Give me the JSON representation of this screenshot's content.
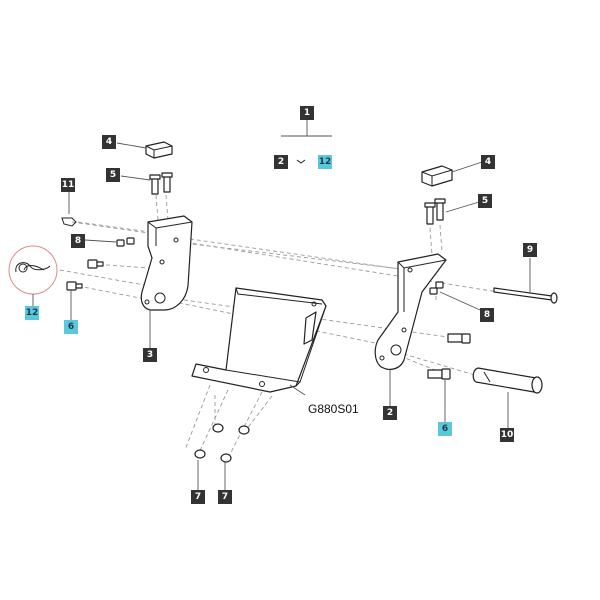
{
  "diagram": {
    "code": "G880S01",
    "colors": {
      "callout": "#333333",
      "highlight": "#5bc7dc",
      "highlight_circle": "#e08a8a"
    },
    "callouts": [
      {
        "id": "c1",
        "label": "1",
        "highlight": false
      },
      {
        "id": "c2",
        "label": "2",
        "highlight": false
      },
      {
        "id": "c12a",
        "label": "12",
        "highlight": true
      },
      {
        "id": "c4a",
        "label": "4",
        "highlight": false
      },
      {
        "id": "c5a",
        "label": "5",
        "highlight": false
      },
      {
        "id": "c11",
        "label": "11",
        "highlight": false
      },
      {
        "id": "c8a",
        "label": "8",
        "highlight": false
      },
      {
        "id": "c12b",
        "label": "12",
        "highlight": true
      },
      {
        "id": "c6a",
        "label": "6",
        "highlight": true
      },
      {
        "id": "c3",
        "label": "3",
        "highlight": false
      },
      {
        "id": "c4b",
        "label": "4",
        "highlight": false
      },
      {
        "id": "c5b",
        "label": "5",
        "highlight": false
      },
      {
        "id": "c9",
        "label": "9",
        "highlight": false
      },
      {
        "id": "c8b",
        "label": "8",
        "highlight": false
      },
      {
        "id": "c2b",
        "label": "2",
        "highlight": false
      },
      {
        "id": "c6b",
        "label": "6",
        "highlight": true
      },
      {
        "id": "c10",
        "label": "10",
        "highlight": false
      },
      {
        "id": "c7a",
        "label": "7",
        "highlight": false
      },
      {
        "id": "c7b",
        "label": "7",
        "highlight": false
      }
    ]
  }
}
